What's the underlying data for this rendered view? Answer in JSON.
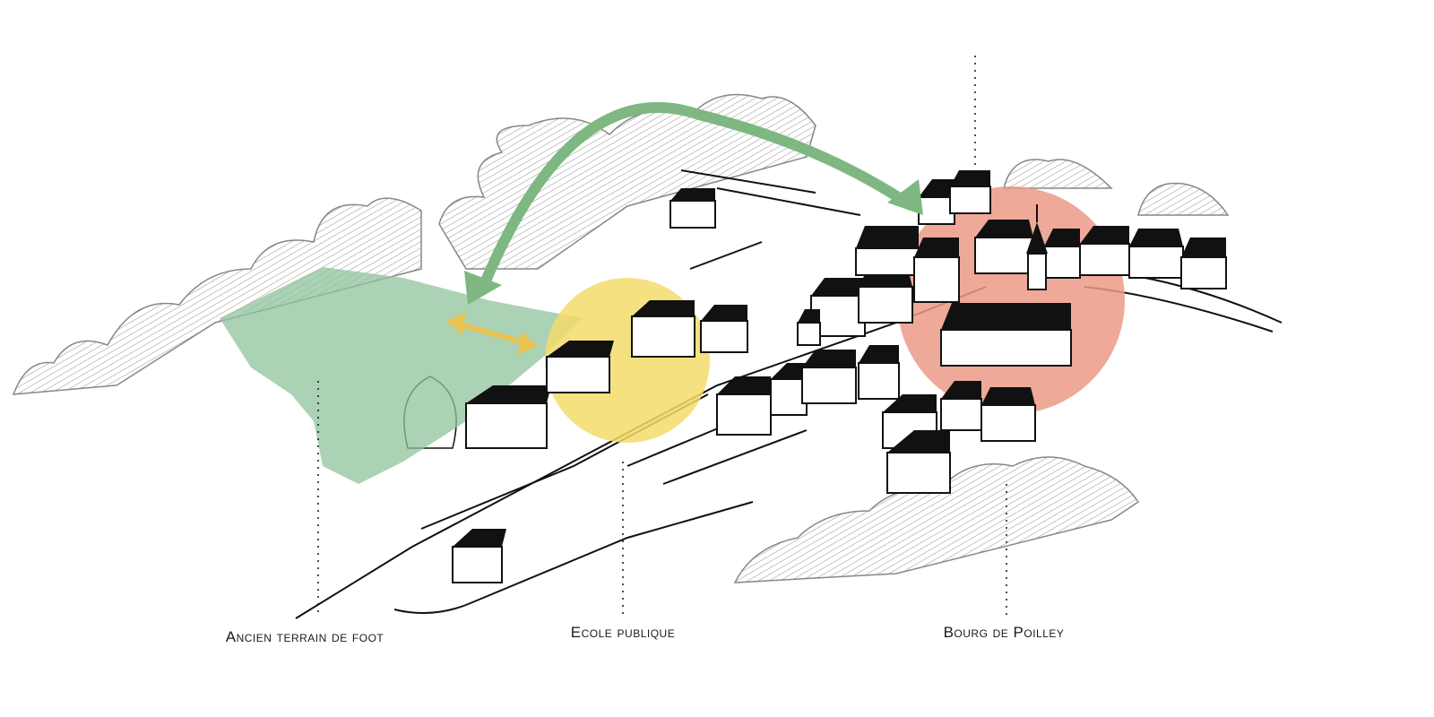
{
  "labels": {
    "terrain": "Ancien terrain de foot",
    "ecole": "Ecole publique",
    "bourg": "Bourg de Poilley"
  },
  "colors": {
    "terrain_zone": "#8fc39c",
    "ecole_zone": "#f5dc6a",
    "bourg_zone": "#eb9a86",
    "long_arrow": "#7eb781",
    "short_arrow": "#e8c352",
    "ink": "#111111"
  },
  "icons": [
    "house-icon",
    "church-icon",
    "tree-icon",
    "double-arrow-icon",
    "curved-arrow-icon"
  ]
}
